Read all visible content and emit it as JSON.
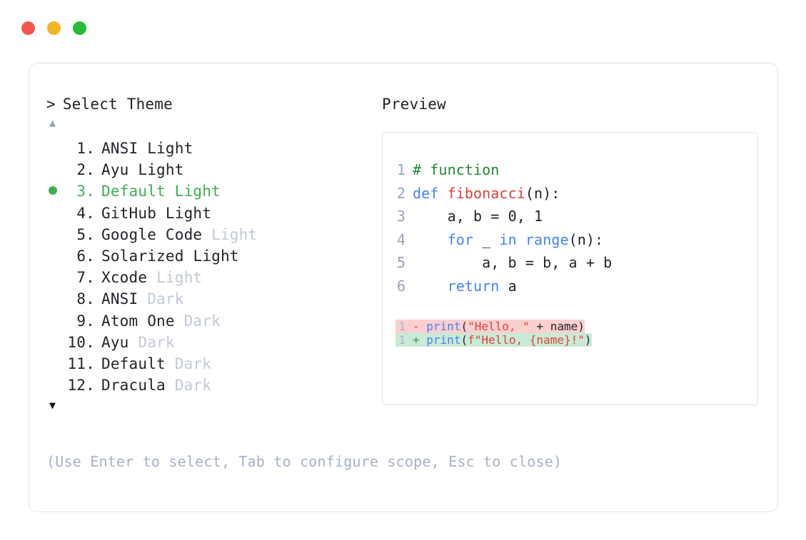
{
  "window": {
    "traffic_lights": [
      {
        "name": "close",
        "color": "#f4574e"
      },
      {
        "name": "minimize",
        "color": "#f5b425"
      },
      {
        "name": "maximize",
        "color": "#21bd35"
      }
    ]
  },
  "selector": {
    "prompt_symbol": ">",
    "title": "Select Theme",
    "scroll_up_icon": "▲",
    "scroll_down_icon": "▼",
    "selected_index": 3,
    "selected_color": "#3fae52",
    "muted_color": "#c2c9d6",
    "items": [
      {
        "index": "1.",
        "name": "ANSI",
        "variant": "Light",
        "variant_muted": false,
        "selected": false
      },
      {
        "index": "2.",
        "name": "Ayu",
        "variant": "Light",
        "variant_muted": false,
        "selected": false
      },
      {
        "index": "3.",
        "name": "Default",
        "variant": "Light",
        "variant_muted": false,
        "selected": true
      },
      {
        "index": "4.",
        "name": "GitHub",
        "variant": "Light",
        "variant_muted": false,
        "selected": false
      },
      {
        "index": "5.",
        "name": "Google Code",
        "variant": "Light",
        "variant_muted": true,
        "selected": false
      },
      {
        "index": "6.",
        "name": "Solarized",
        "variant": "Light",
        "variant_muted": false,
        "selected": false
      },
      {
        "index": "7.",
        "name": "Xcode",
        "variant": "Light",
        "variant_muted": true,
        "selected": false
      },
      {
        "index": "8.",
        "name": "ANSI",
        "variant": "Dark",
        "variant_muted": true,
        "selected": false
      },
      {
        "index": "9.",
        "name": "Atom One",
        "variant": "Dark",
        "variant_muted": true,
        "selected": false
      },
      {
        "index": "10.",
        "name": "Ayu",
        "variant": "Dark",
        "variant_muted": true,
        "selected": false
      },
      {
        "index": "11.",
        "name": "Default",
        "variant": "Dark",
        "variant_muted": true,
        "selected": false
      },
      {
        "index": "12.",
        "name": "Dracula",
        "variant": "Dark",
        "variant_muted": true,
        "selected": false
      }
    ]
  },
  "hint": "(Use Enter to select, Tab to configure scope, Esc to close)",
  "preview": {
    "label": "Preview",
    "code_lines": [
      {
        "number": "1",
        "tokens": [
          {
            "text": "# function",
            "kind": "comment"
          }
        ]
      },
      {
        "number": "2",
        "tokens": [
          {
            "text": "def ",
            "kind": "kw"
          },
          {
            "text": "fibonacci",
            "kind": "fn"
          },
          {
            "text": "(n):",
            "kind": "plain"
          }
        ]
      },
      {
        "number": "3",
        "tokens": [
          {
            "text": "    a, b = ",
            "kind": "plain"
          },
          {
            "text": "0",
            "kind": "num"
          },
          {
            "text": ", ",
            "kind": "plain"
          },
          {
            "text": "1",
            "kind": "num"
          }
        ]
      },
      {
        "number": "4",
        "tokens": [
          {
            "text": "    ",
            "kind": "plain"
          },
          {
            "text": "for",
            "kind": "kw"
          },
          {
            "text": " _ ",
            "kind": "plain"
          },
          {
            "text": "in",
            "kind": "kw"
          },
          {
            "text": " ",
            "kind": "plain"
          },
          {
            "text": "range",
            "kind": "fn-blue"
          },
          {
            "text": "(n):",
            "kind": "plain"
          }
        ]
      },
      {
        "number": "5",
        "tokens": [
          {
            "text": "        a, b = b, a + b",
            "kind": "plain"
          }
        ]
      },
      {
        "number": "6",
        "tokens": [
          {
            "text": "    ",
            "kind": "plain"
          },
          {
            "text": "return",
            "kind": "kw"
          },
          {
            "text": " a",
            "kind": "plain"
          }
        ]
      }
    ],
    "diff_lines": [
      {
        "number": "1",
        "sign": "-",
        "type": "removed",
        "background": "#fbcfcf",
        "tokens": [
          {
            "text": "print",
            "kind": "fn-blue"
          },
          {
            "text": "(",
            "kind": "plain"
          },
          {
            "text": "\"Hello, \"",
            "kind": "str"
          },
          {
            "text": " + name)",
            "kind": "plain"
          }
        ]
      },
      {
        "number": "1",
        "sign": "+",
        "type": "added",
        "background": "#c9ead6",
        "tokens": [
          {
            "text": "print",
            "kind": "fn-blue"
          },
          {
            "text": "(",
            "kind": "plain"
          },
          {
            "text": "f\"Hello, {name}!\"",
            "kind": "str"
          },
          {
            "text": ")",
            "kind": "plain"
          }
        ]
      }
    ]
  }
}
